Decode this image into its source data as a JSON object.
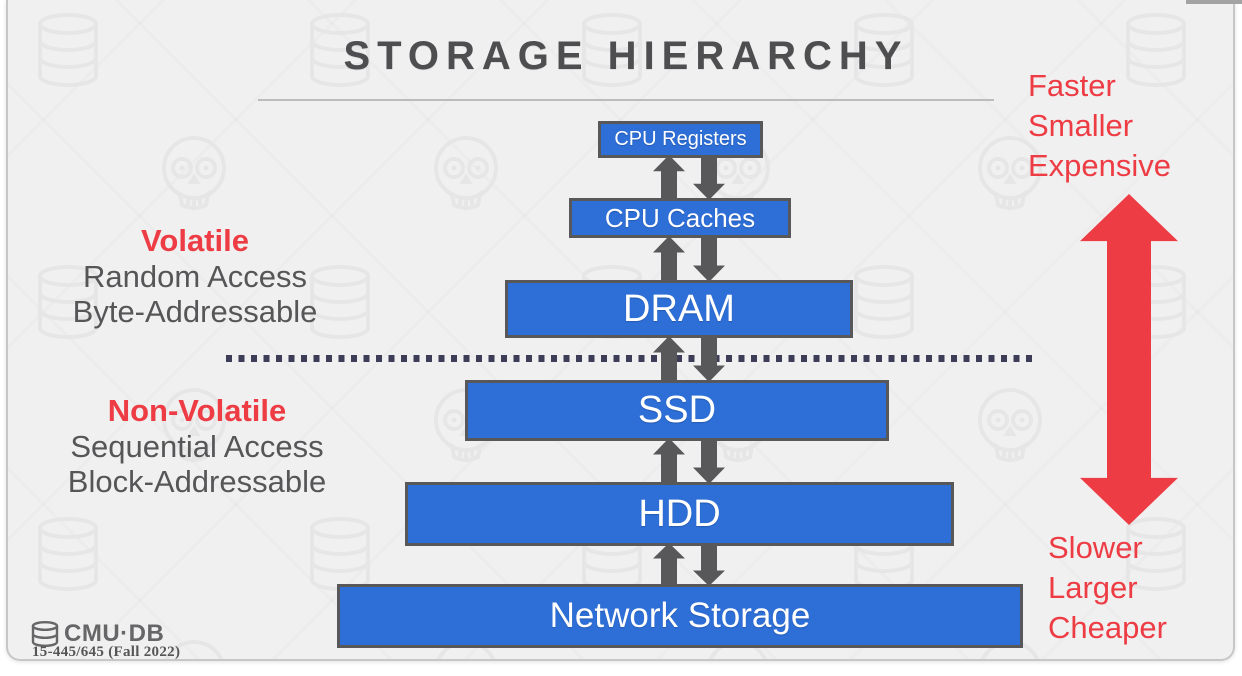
{
  "title": "STORAGE HIERARCHY",
  "hierarchy": [
    {
      "id": "cpu-registers",
      "label": "CPU Registers"
    },
    {
      "id": "cpu-caches",
      "label": "CPU Caches"
    },
    {
      "id": "dram",
      "label": "DRAM"
    },
    {
      "id": "ssd",
      "label": "SSD"
    },
    {
      "id": "hdd",
      "label": "HDD"
    },
    {
      "id": "network-storage",
      "label": "Network Storage"
    }
  ],
  "left_annotations": [
    {
      "heading": "Volatile",
      "lines": [
        "Random Access",
        "Byte-Addressable"
      ]
    },
    {
      "heading": "Non-Volatile",
      "lines": [
        "Sequential Access",
        "Block-Addressable"
      ]
    }
  ],
  "right_annotations": {
    "top": [
      "Faster",
      "Smaller",
      "Expensive"
    ],
    "bottom": [
      "Slower",
      "Larger",
      "Cheaper"
    ]
  },
  "footer": {
    "logo_text": "CMU·DB",
    "course_code": "15-445/645 (Fall 2022)"
  },
  "colors": {
    "accent_red": "#ee3c45",
    "box_blue": "#2d6ed7",
    "box_border_gray": "#58585a",
    "arrow_gray": "#58585a",
    "divider_navy": "#3d3d58",
    "slide_background": "#f0f0f0"
  }
}
